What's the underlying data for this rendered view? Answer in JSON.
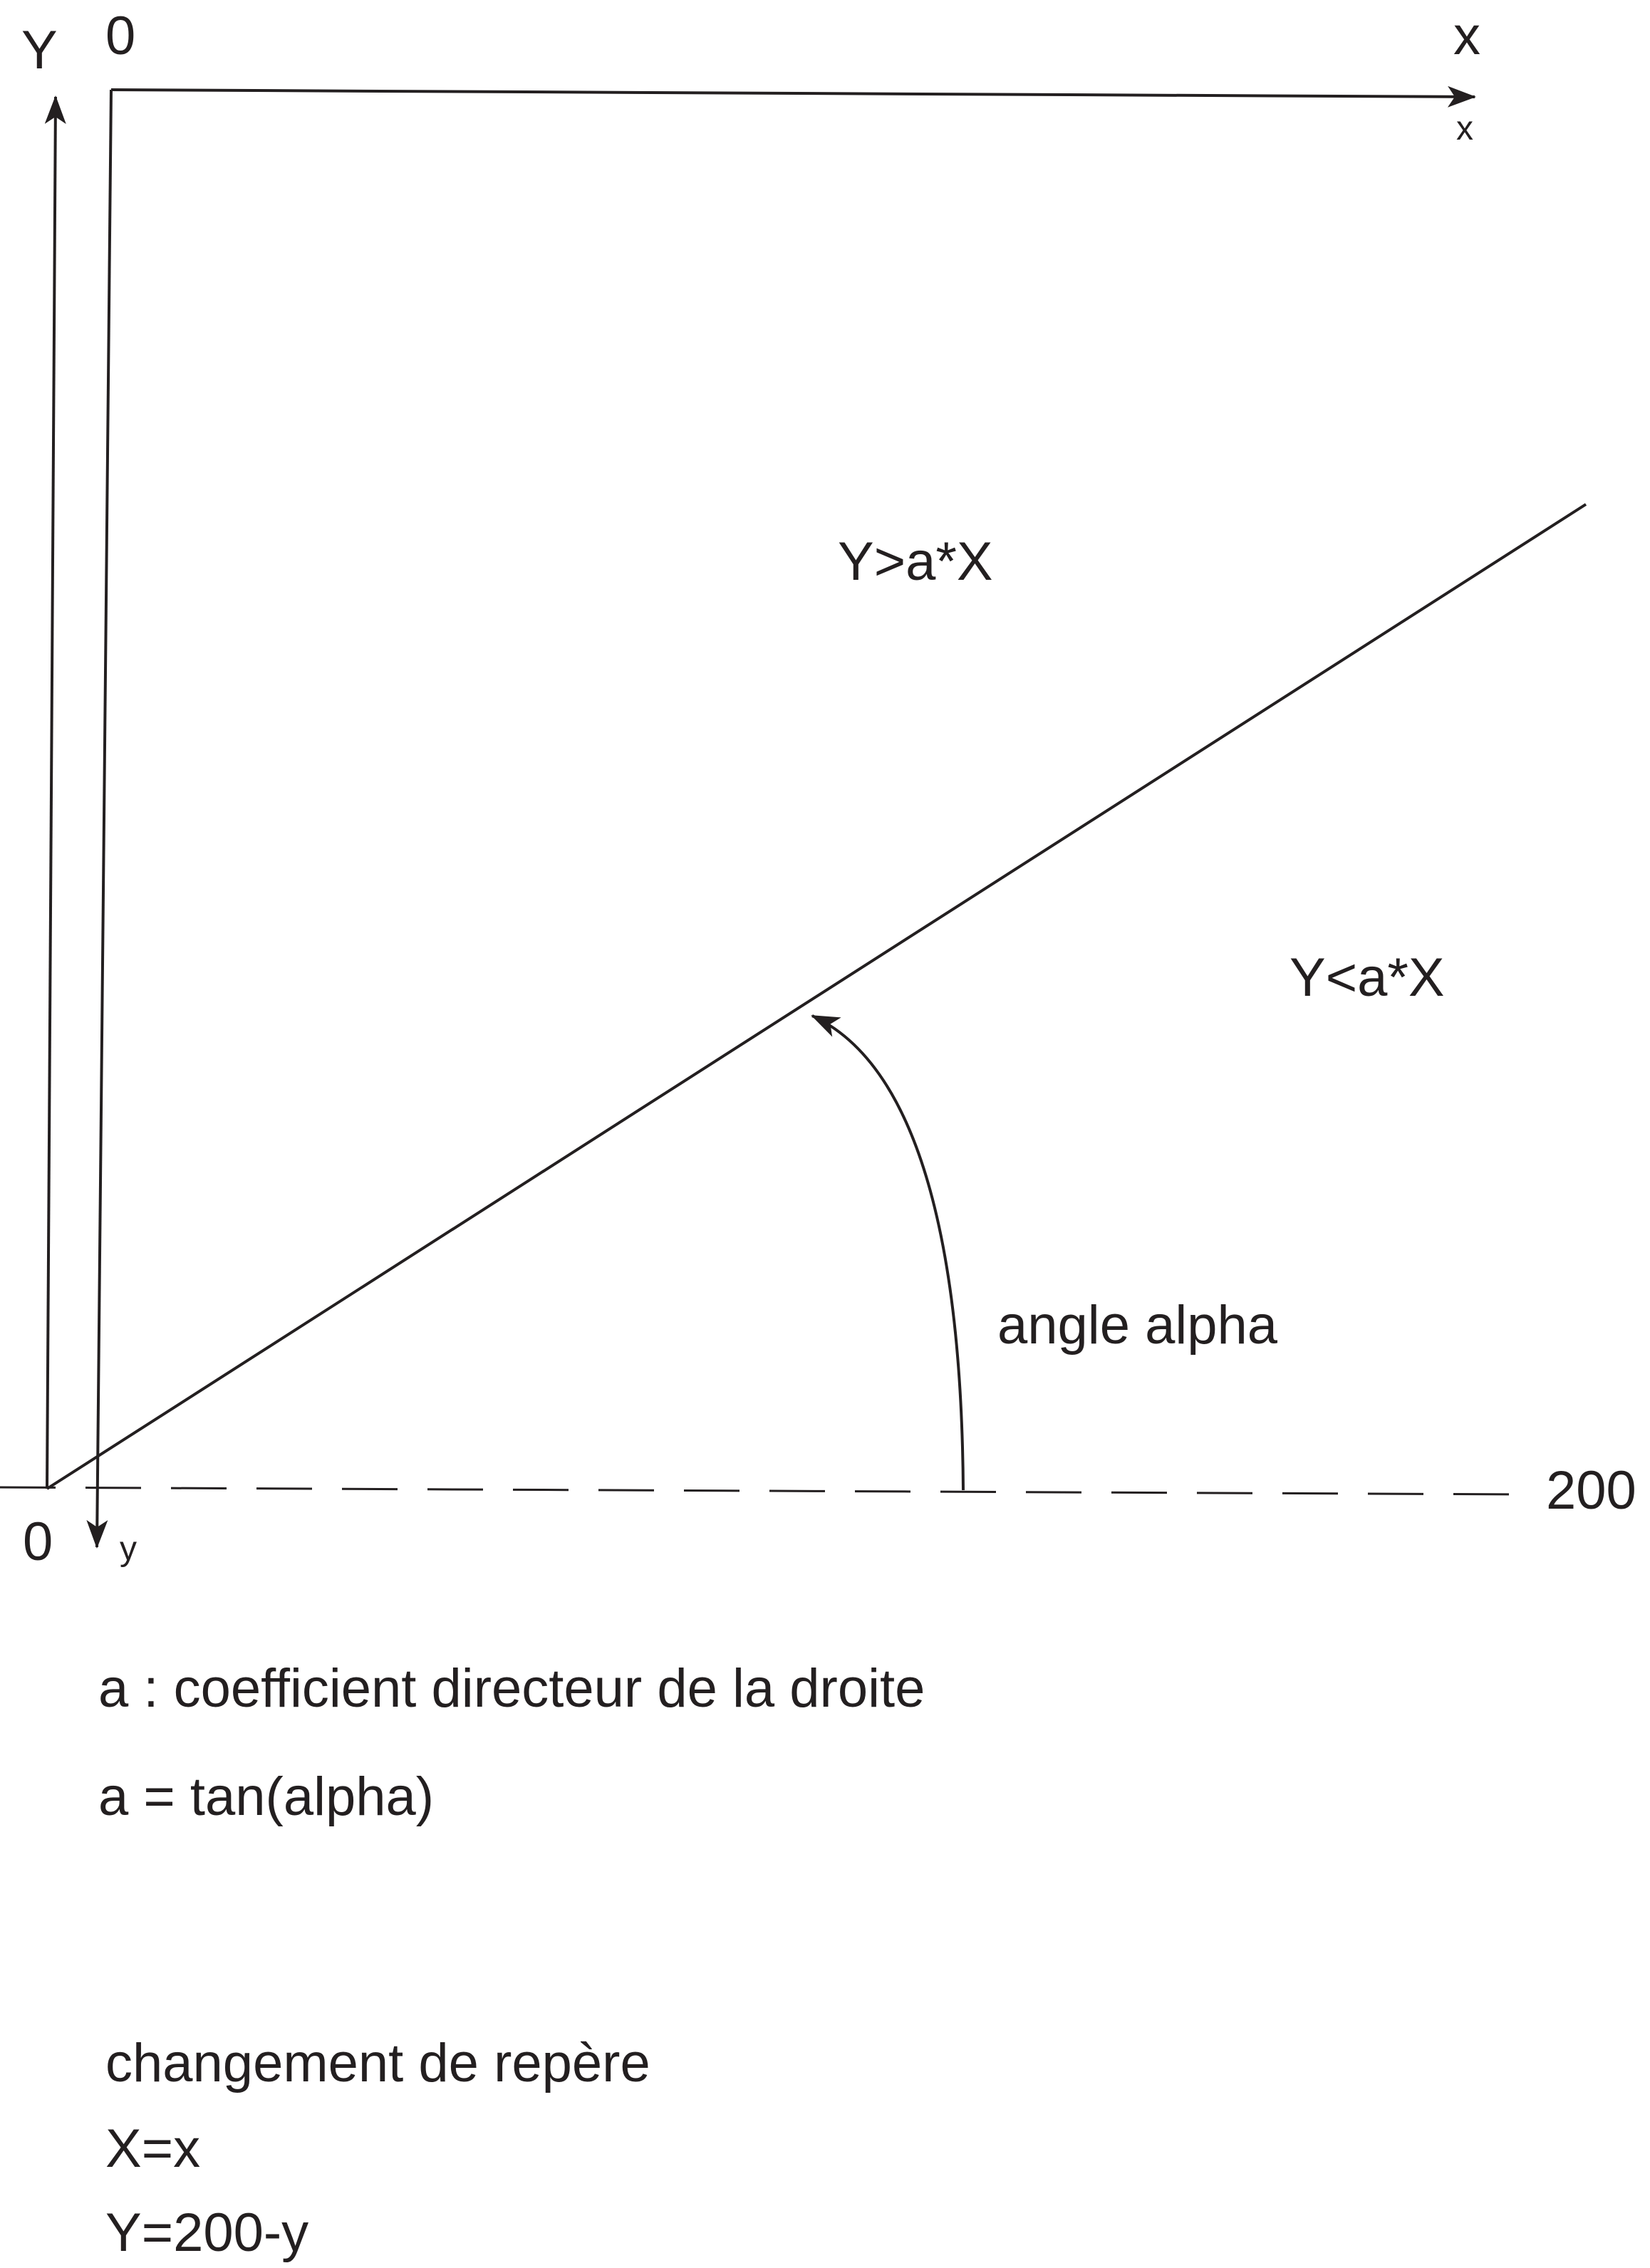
{
  "axes": {
    "upper_axis_y_label": "Y",
    "top_origin_label": "0",
    "top_x_label_large": "x",
    "top_x_label_small": "x",
    "bottom_origin_label": "0",
    "down_axis_y_label": "y",
    "baseline_value_label": "200"
  },
  "regions": {
    "above_line": "Y>a*X",
    "below_line": "Y<a*X"
  },
  "angle_label": "angle alpha",
  "notes": {
    "slope_definition": "a : coefficient directeur de la droite",
    "slope_formula": "a = tan(alpha)",
    "change_of_frame_title": "changement de repère",
    "x_conversion": "X=x",
    "y_conversion": "Y=200-y"
  },
  "colors": {
    "ink": "#231f20",
    "background": "#ffffff"
  }
}
